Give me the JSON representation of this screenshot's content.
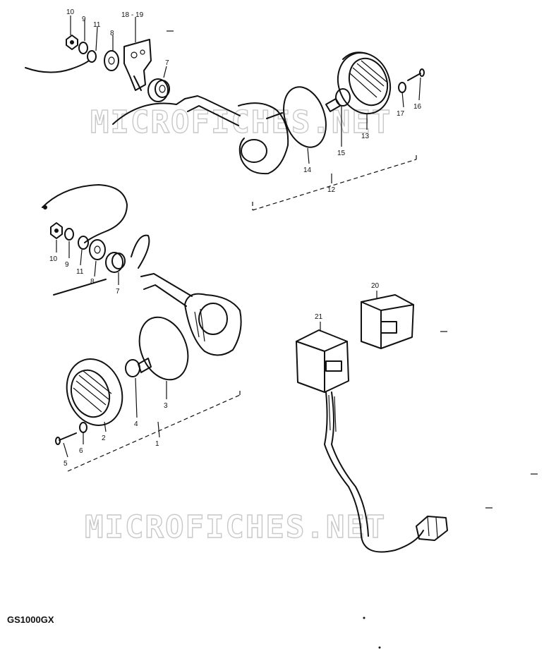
{
  "watermark": {
    "upper": "MICROFICHES.NET",
    "lower": "MICROFICHES.NET"
  },
  "model_label": "GS1000GX",
  "callouts": {
    "c10a": "10",
    "c9a": "9",
    "c11a": "11",
    "c8a": "8",
    "c18_19": "18 - 19",
    "c7a": "7",
    "c16": "16",
    "c17": "17",
    "c13": "13",
    "c15": "15",
    "c14": "14",
    "c12": "12",
    "c10b": "10",
    "c9b": "9",
    "c11b": "11",
    "c8b": "8",
    "c7b": "7",
    "c4": "4",
    "c3": "3",
    "c2": "2",
    "c1": "1",
    "c5": "5",
    "c6": "6",
    "c20": "20",
    "c21": "21"
  }
}
